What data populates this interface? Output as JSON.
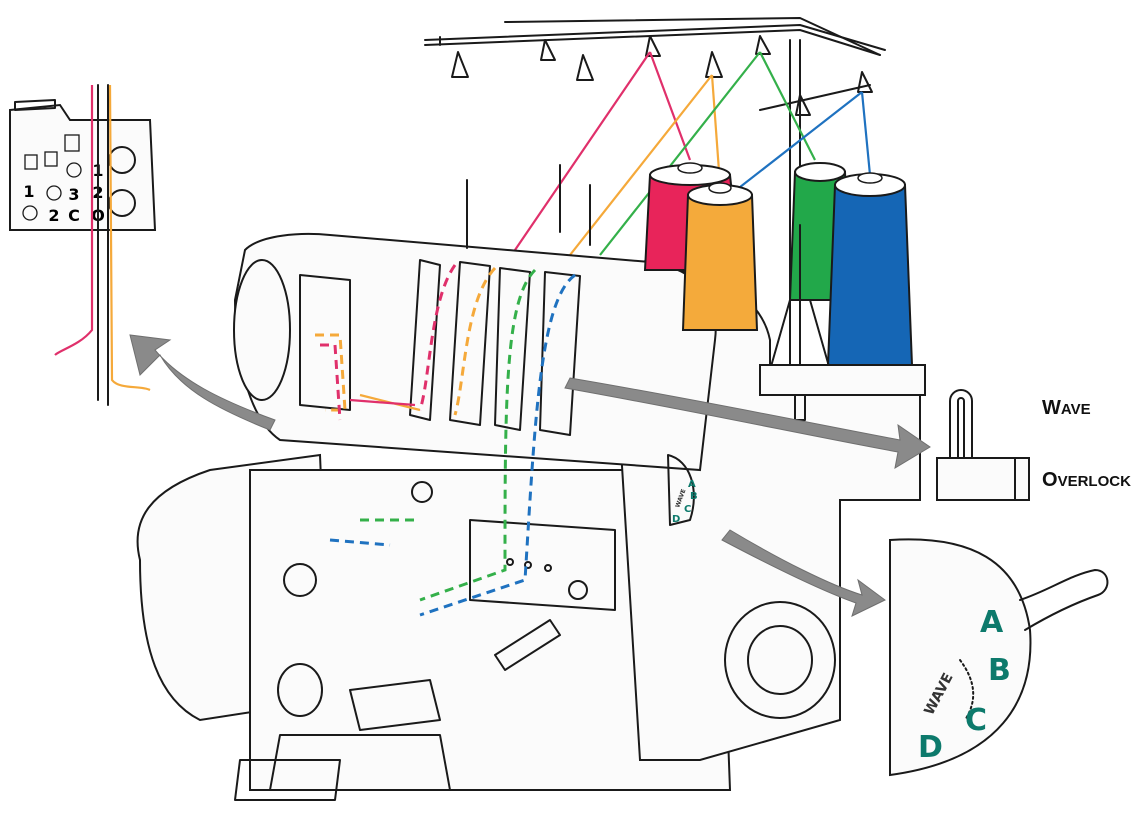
{
  "colors": {
    "thread_pink": "#e0306b",
    "thread_orange": "#f5a93a",
    "thread_green": "#34b04a",
    "thread_blue": "#1f72c0",
    "cone_pink": "#e8245a",
    "cone_orange": "#f4aa3b",
    "cone_green": "#22a84a",
    "cone_blue": "#1566b5",
    "dial_text": "#0d7a6c",
    "arrow": "#8a8a8a"
  },
  "inset_needle_plate": {
    "left_column": [
      "1",
      "2"
    ],
    "middle_column": [
      "3",
      "C"
    ],
    "right_column": [
      "1",
      "2",
      "O"
    ]
  },
  "wave_overlock_selector": {
    "wave_label": "WAVE",
    "overlock_label": "OVERLOCK"
  },
  "dial_inset": {
    "letters": [
      "A",
      "B",
      "C",
      "D"
    ],
    "wave_label": "WAVE"
  },
  "machine_dial": {
    "letters": [
      "A",
      "B",
      "C",
      "D"
    ],
    "wave_label": "WAVE"
  }
}
